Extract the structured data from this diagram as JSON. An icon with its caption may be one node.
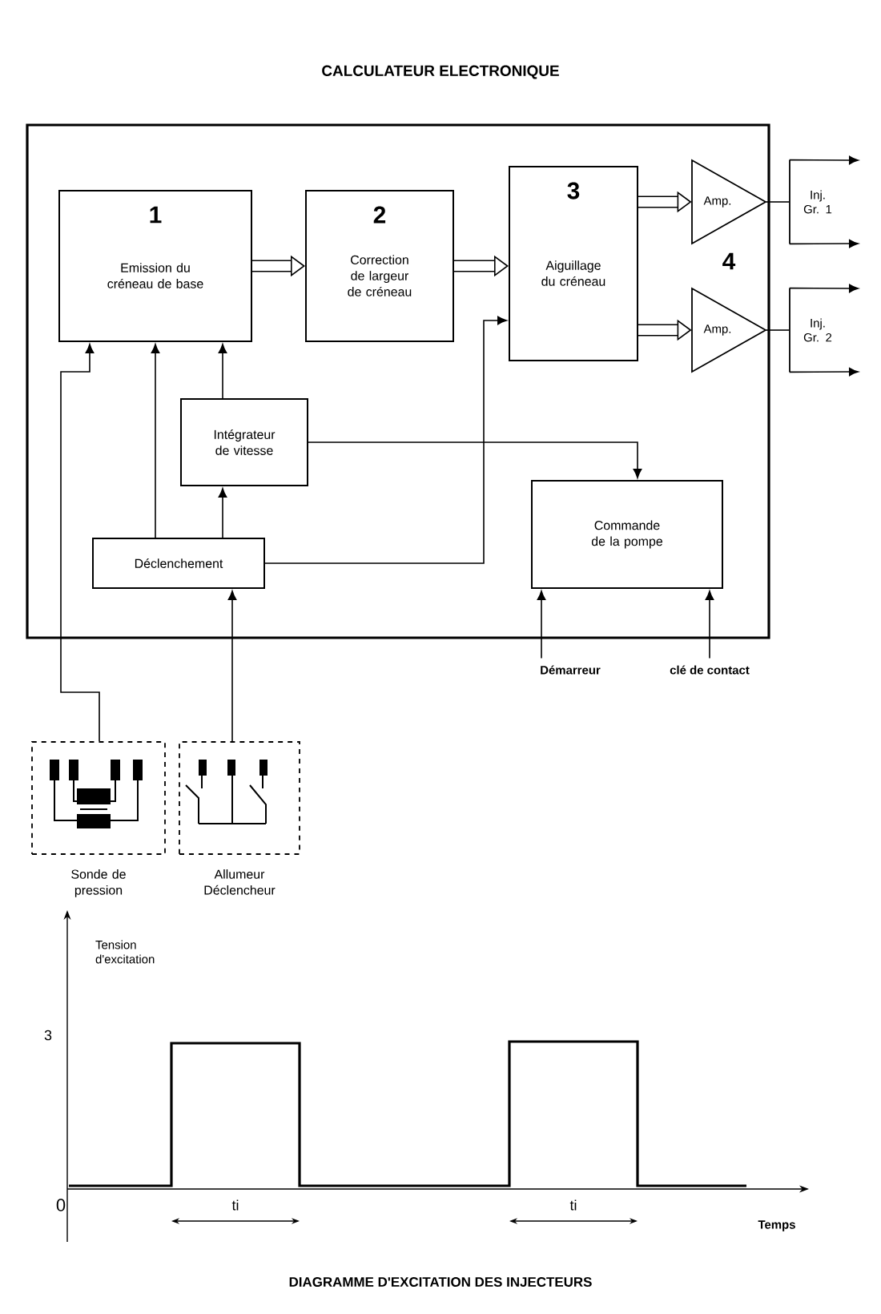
{
  "diagram": {
    "title": "CALCULATEUR ELECTRONIQUE",
    "caption": "DIAGRAMME D'EXCITATION DES INJECTEURS",
    "nodes": [
      {
        "text": [],
        "shape": "box"
      },
      {
        "text": [
          "1",
          "Emission du créneau de base"
        ],
        "in": 0
      },
      {
        "text": [
          "2",
          "Correction de largeur de créneau"
        ],
        "in": 0
      },
      {
        "text": [
          "3",
          "Aiguillage du créneau"
        ],
        "in": 0
      },
      {
        "text": [
          "Amp."
        ],
        "in": 0
      },
      {
        "text": [
          "Amp."
        ],
        "in": 0
      },
      {
        "text": [
          "Inj. Gr. 1"
        ]
      },
      {
        "text": [
          "Inj. Gr. 2"
        ]
      },
      {
        "text": [
          "Intégrateur de vitesse"
        ],
        "in": 0
      },
      {
        "text": [
          "Déclenchement"
        ],
        "in": 0
      },
      {
        "text": [
          "Commande de la pompe"
        ],
        "in": 0
      },
      {
        "text": [
          "Démarreur"
        ]
      },
      {
        "text": [
          "clé de contact"
        ]
      },
      {
        "text": [
          "Sonde de pression"
        ]
      },
      {
        "text": [
          "Allumeur Déclencheur"
        ]
      }
    ],
    "edges": [
      {
        "from": 1,
        "to": 2,
        "arrow": "to",
        "style": "thick"
      },
      {
        "from": 2,
        "to": 3,
        "arrow": "to",
        "style": "thick"
      },
      {
        "from": 3,
        "to": 4,
        "arrow": "to",
        "style": "thick"
      },
      {
        "from": 3,
        "to": 5,
        "arrow": "to",
        "style": "thick"
      },
      {
        "from": 4,
        "to": 6,
        "arrow": "none"
      },
      {
        "from": 5,
        "to": 7,
        "arrow": "none"
      },
      {
        "from": 6,
        "to": null,
        "arrow": "to"
      },
      {
        "from": 6,
        "to": null,
        "arrow": "to"
      },
      {
        "from": 7,
        "to": null,
        "arrow": "to"
      },
      {
        "from": 7,
        "to": null,
        "arrow": "to"
      },
      {
        "from": 8,
        "to": 1,
        "arrow": "to"
      },
      {
        "from": 9,
        "to": 1,
        "arrow": "to"
      },
      {
        "from": 9,
        "to": 8,
        "arrow": "to"
      },
      {
        "from": 9,
        "to": 3,
        "arrow": "to"
      },
      {
        "from": 8,
        "to": 10,
        "arrow": "to"
      },
      {
        "from": 13,
        "to": 1,
        "arrow": "to"
      },
      {
        "from": 14,
        "to": 9,
        "arrow": "to"
      },
      {
        "from": 11,
        "to": 10,
        "arrow": "to"
      },
      {
        "from": 12,
        "to": 10,
        "arrow": "to"
      }
    ],
    "labels": [
      "4",
      "Tension d'excitation",
      "3",
      "0",
      "ti",
      "ti",
      "Temps"
    ]
  }
}
